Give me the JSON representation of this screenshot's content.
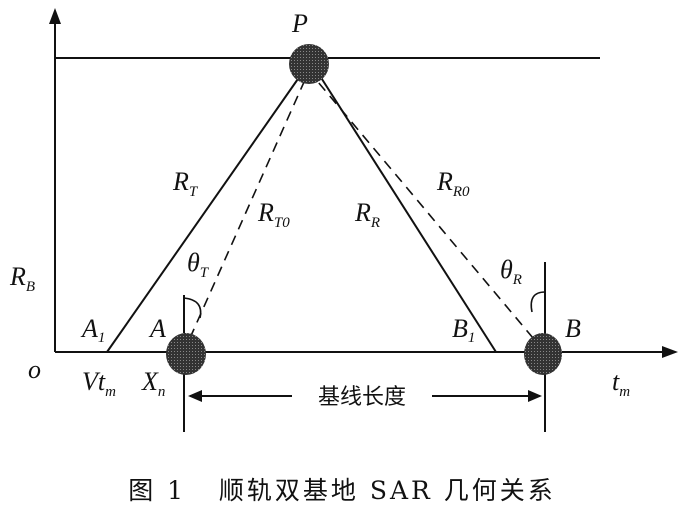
{
  "labels": {
    "P": "P",
    "RT": {
      "main": "R",
      "sub": "T"
    },
    "RT0": {
      "main": "R",
      "sub": "T0"
    },
    "RR": {
      "main": "R",
      "sub": "R"
    },
    "RR0": {
      "main": "R",
      "sub": "R0"
    },
    "RB": {
      "main": "R",
      "sub": "B"
    },
    "thetaT": {
      "main": "θ",
      "sub": "T"
    },
    "thetaR": {
      "main": "θ",
      "sub": "R"
    },
    "A1": {
      "main": "A",
      "sub": "1"
    },
    "A": "A",
    "B1": {
      "main": "B",
      "sub": "1"
    },
    "B": "B",
    "O": "o",
    "Vtm": {
      "main": "Vt",
      "sub": "m"
    },
    "Xn": {
      "main": "X",
      "sub": "n"
    },
    "tm": {
      "main": "t",
      "sub": "m"
    },
    "baseline": "基线长度"
  },
  "caption": "图 1   顺轨双基地 SAR 几何关系"
}
